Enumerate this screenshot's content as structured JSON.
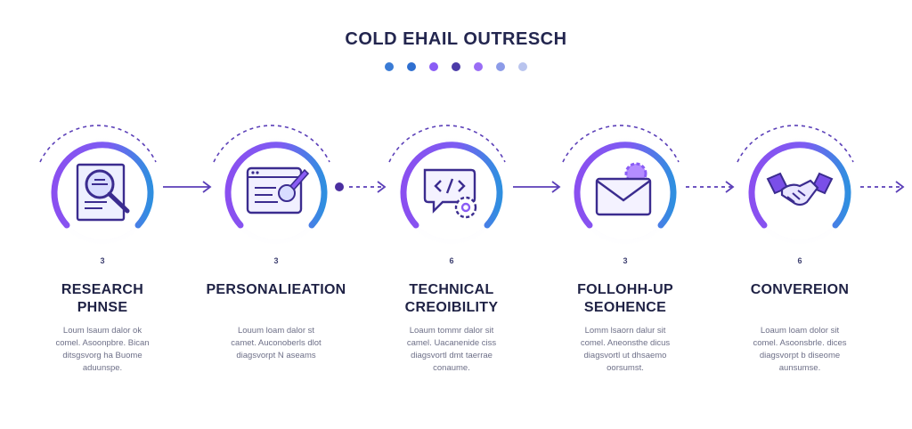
{
  "title": "COLD EHAIL OUTRESCH",
  "accent_colors": [
    "#3a7bd5",
    "#2f6fd0",
    "#8a5cf5",
    "#4b3ba8",
    "#9a6df5",
    "#8c9be8",
    "#b9c4ee"
  ],
  "steps": [
    {
      "num": "3",
      "label": "RESEARCH\nPHNSE",
      "desc": "Loum lsaum dalor ok\ncomel. Asoonpbre. Bican\nditsgsvorg ha Buome\naduunspe.",
      "icon": "document-magnifier-icon"
    },
    {
      "num": "3",
      "label": "PERSONALIEATION",
      "desc": "Louum loam dalor st\ncamet. Auconoberls dlot\ndiagsvorpt N aseams",
      "icon": "browser-pen-icon"
    },
    {
      "num": "6",
      "label": "TECHNICAL\nCREOIBILITY",
      "desc": "Loaum tommr dalor sit\ncamel. Uacanenide ciss\ndiagsvortl dmt taerrae\nconaume.",
      "icon": "code-chat-gear-icon"
    },
    {
      "num": "3",
      "label": "FOLLOHH-UP\nSEOHENCE",
      "desc": "Lomm lsaorn dalur sit\ncomel. Aneonsthe dicus\ndiagsvortl ut dhsaemo\noorsumst.",
      "icon": "envelope-gear-icon"
    },
    {
      "num": "6",
      "label": "CONVEREION",
      "desc": "Loaum loam dolor sit\ncomel. Asoonsbrle. dices\ndiagsvorpt b diseome\naunsumse.",
      "icon": "handshake-icon"
    }
  ]
}
